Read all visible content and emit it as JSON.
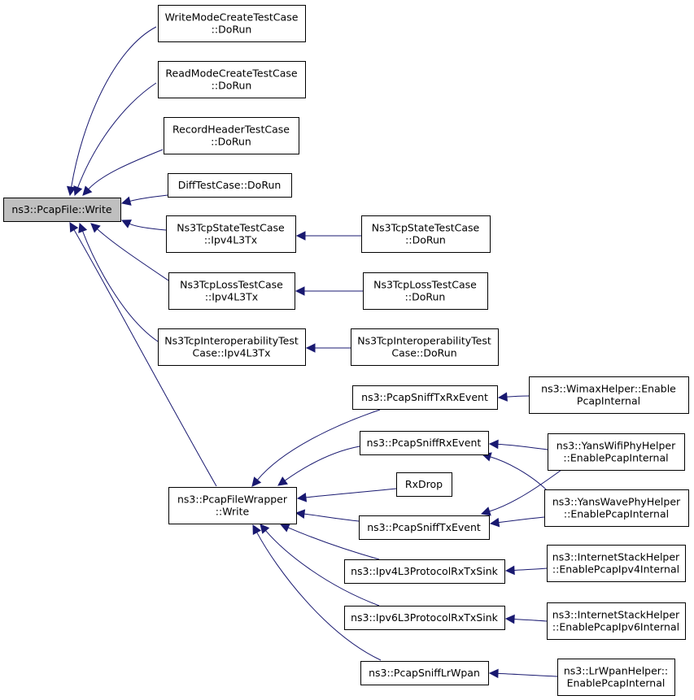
{
  "diagram": {
    "root": "n_root",
    "nodes": [
      {
        "id": "n_root",
        "lines": [
          "ns3::PcapFile::Write"
        ],
        "root": true
      },
      {
        "id": "n_wm",
        "lines": [
          "WriteModeCreateTestCase",
          "::DoRun"
        ]
      },
      {
        "id": "n_rm",
        "lines": [
          "ReadModeCreateTestCase",
          "::DoRun"
        ]
      },
      {
        "id": "n_rh",
        "lines": [
          "RecordHeaderTestCase",
          "::DoRun"
        ]
      },
      {
        "id": "n_diff",
        "lines": [
          "DiffTestCase::DoRun"
        ]
      },
      {
        "id": "n_st",
        "lines": [
          "Ns3TcpStateTestCase",
          "::Ipv4L3Tx"
        ]
      },
      {
        "id": "n_st_run",
        "lines": [
          "Ns3TcpStateTestCase",
          "::DoRun"
        ]
      },
      {
        "id": "n_loss",
        "lines": [
          "Ns3TcpLossTestCase",
          "::Ipv4L3Tx"
        ]
      },
      {
        "id": "n_loss_run",
        "lines": [
          "Ns3TcpLossTestCase",
          "::DoRun"
        ]
      },
      {
        "id": "n_interop",
        "lines": [
          "Ns3TcpInteroperabilityTest",
          "Case::Ipv4L3Tx"
        ]
      },
      {
        "id": "n_interop_run",
        "lines": [
          "Ns3TcpInteroperabilityTest",
          "Case::DoRun"
        ]
      },
      {
        "id": "n_wrap",
        "lines": [
          "ns3::PcapFileWrapper",
          "::Write"
        ]
      },
      {
        "id": "n_txrx",
        "lines": [
          "ns3::PcapSniffTxRxEvent"
        ]
      },
      {
        "id": "n_rx",
        "lines": [
          "ns3::PcapSniffRxEvent"
        ]
      },
      {
        "id": "n_drop",
        "lines": [
          "RxDrop"
        ]
      },
      {
        "id": "n_tx",
        "lines": [
          "ns3::PcapSniffTxEvent"
        ]
      },
      {
        "id": "n_ipv4",
        "lines": [
          "ns3::Ipv4L3ProtocolRxTxSink"
        ]
      },
      {
        "id": "n_ipv6",
        "lines": [
          "ns3::Ipv6L3ProtocolRxTxSink"
        ]
      },
      {
        "id": "n_lrwpan",
        "lines": [
          "ns3::PcapSniffLrWpan"
        ]
      },
      {
        "id": "n_wimax",
        "lines": [
          "ns3::WimaxHelper::Enable",
          "PcapInternal"
        ]
      },
      {
        "id": "n_yanswifi",
        "lines": [
          "ns3::YansWifiPhyHelper",
          "::EnablePcapInternal"
        ]
      },
      {
        "id": "n_yanswave",
        "lines": [
          "ns3::YansWavePhyHelper",
          "::EnablePcapInternal"
        ]
      },
      {
        "id": "n_ish4",
        "lines": [
          "ns3::InternetStackHelper",
          "::EnablePcapIpv4Internal"
        ]
      },
      {
        "id": "n_ish6",
        "lines": [
          "ns3::InternetStackHelper",
          "::EnablePcapIpv6Internal"
        ]
      },
      {
        "id": "n_lrhelper",
        "lines": [
          "ns3::LrWpanHelper::",
          "EnablePcapInternal"
        ]
      }
    ],
    "edges": [
      {
        "from": "n_wm",
        "to": "n_root"
      },
      {
        "from": "n_rm",
        "to": "n_root"
      },
      {
        "from": "n_rh",
        "to": "n_root"
      },
      {
        "from": "n_diff",
        "to": "n_root"
      },
      {
        "from": "n_st",
        "to": "n_root"
      },
      {
        "from": "n_loss",
        "to": "n_root"
      },
      {
        "from": "n_interop",
        "to": "n_root"
      },
      {
        "from": "n_wrap",
        "to": "n_root"
      },
      {
        "from": "n_st_run",
        "to": "n_st"
      },
      {
        "from": "n_loss_run",
        "to": "n_loss"
      },
      {
        "from": "n_interop_run",
        "to": "n_interop"
      },
      {
        "from": "n_txrx",
        "to": "n_wrap"
      },
      {
        "from": "n_rx",
        "to": "n_wrap"
      },
      {
        "from": "n_drop",
        "to": "n_wrap"
      },
      {
        "from": "n_tx",
        "to": "n_wrap"
      },
      {
        "from": "n_ipv4",
        "to": "n_wrap"
      },
      {
        "from": "n_ipv6",
        "to": "n_wrap"
      },
      {
        "from": "n_lrwpan",
        "to": "n_wrap"
      },
      {
        "from": "n_wimax",
        "to": "n_txrx"
      },
      {
        "from": "n_yanswifi",
        "to": "n_rx"
      },
      {
        "from": "n_yanswave",
        "to": "n_rx"
      },
      {
        "from": "n_yanswifi",
        "to": "n_tx"
      },
      {
        "from": "n_yanswave",
        "to": "n_tx"
      },
      {
        "from": "n_ish4",
        "to": "n_ipv4"
      },
      {
        "from": "n_ish6",
        "to": "n_ipv6"
      },
      {
        "from": "n_lrhelper",
        "to": "n_lrwpan"
      }
    ]
  },
  "colors": {
    "edge": "#191970",
    "root_fill": "#bfbfbf",
    "node_fill": "#ffffff",
    "border": "#000000"
  }
}
